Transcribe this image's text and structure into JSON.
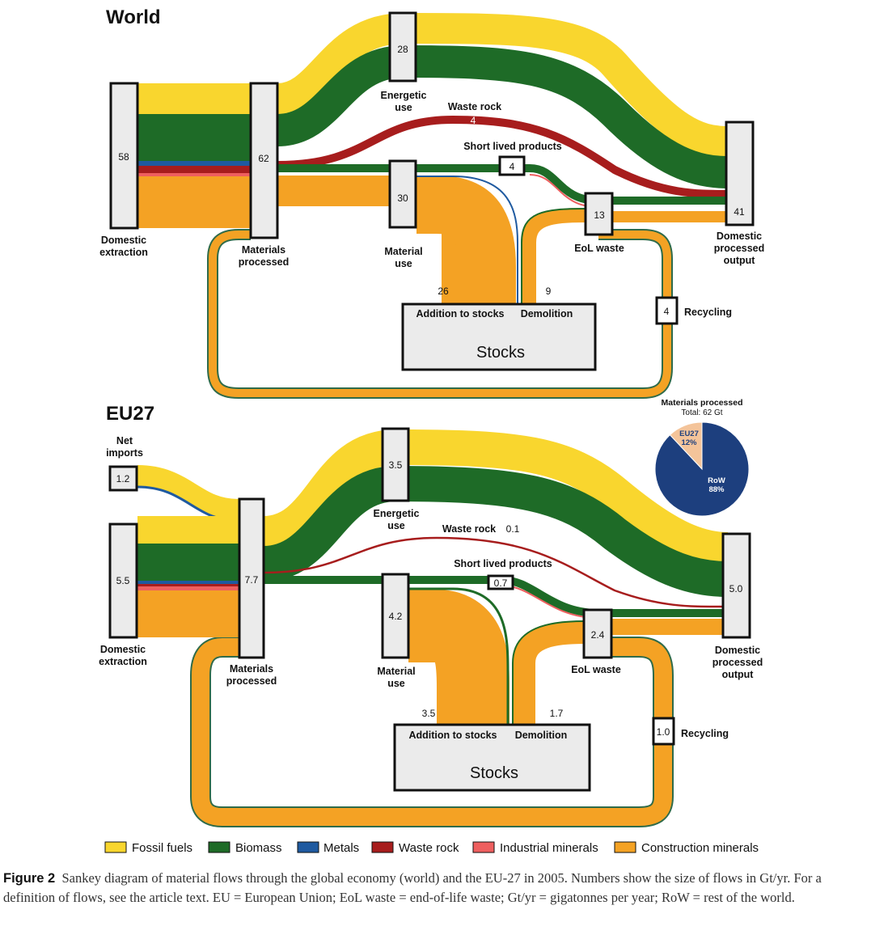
{
  "world": {
    "title": "World",
    "nodes": {
      "domestic_extraction": {
        "label": [
          "Domestic",
          "extraction"
        ],
        "value": "58"
      },
      "materials_processed": {
        "label": [
          "Materials",
          "processed"
        ],
        "value": "62"
      },
      "energetic_use": {
        "label": [
          "Energetic",
          "use"
        ],
        "value": "28"
      },
      "material_use": {
        "label": [
          "Material",
          "use"
        ],
        "value": "30"
      },
      "short_lived": {
        "label": "Short lived products",
        "value": "4"
      },
      "eol_waste": {
        "label": "EoL waste",
        "value": "13"
      },
      "dpo": {
        "label": [
          "Domestic",
          "processed",
          "output"
        ],
        "value": "41"
      },
      "recycling": {
        "label": "Recycling",
        "value": "4"
      },
      "stocks": {
        "label": "Stocks",
        "addition_label": "Addition to stocks",
        "demolition_label": "Demolition",
        "addition_value": "26",
        "demolition_value": "9"
      },
      "waste_rock": {
        "label": "Waste rock",
        "value": "4"
      }
    }
  },
  "eu27": {
    "title": "EU27",
    "nodes": {
      "net_imports": {
        "label": [
          "Net",
          "imports"
        ],
        "value": "1.2"
      },
      "domestic_extraction": {
        "label": [
          "Domestic",
          "extraction"
        ],
        "value": "5.5"
      },
      "materials_processed": {
        "label": [
          "Materials",
          "processed"
        ],
        "value": "7.7"
      },
      "energetic_use": {
        "label": [
          "Energetic",
          "use"
        ],
        "value": "3.5"
      },
      "material_use": {
        "label": [
          "Material",
          "use"
        ],
        "value": "4.2"
      },
      "short_lived": {
        "label": "Short lived products",
        "value": "0.7"
      },
      "eol_waste": {
        "label": "EoL waste",
        "value": "2.4"
      },
      "dpo": {
        "label": [
          "Domestic",
          "processed",
          "output"
        ],
        "value": "5.0"
      },
      "recycling": {
        "label": "Recycling",
        "value": "1.0"
      },
      "stocks": {
        "label": "Stocks",
        "addition_label": "Addition to stocks",
        "demolition_label": "Demolition",
        "addition_value": "3.5",
        "demolition_value": "1.7"
      },
      "waste_rock": {
        "label": "Waste rock",
        "value": "0.1"
      }
    }
  },
  "pie": {
    "title": "Materials processed",
    "subtitle": "Total: 62 Gt",
    "slices": [
      {
        "label": "EU27",
        "pct": 12,
        "pct_label": "12%",
        "color": "#f4c49a"
      },
      {
        "label": "RoW",
        "pct": 88,
        "pct_label": "88%",
        "color": "#1d3f7e"
      }
    ]
  },
  "legend": [
    {
      "label": "Fossil fuels",
      "color": "#f9d62e"
    },
    {
      "label": "Biomass",
      "color": "#1e6b27"
    },
    {
      "label": "Metals",
      "color": "#1f5aa0"
    },
    {
      "label": "Waste rock",
      "color": "#a71d1d"
    },
    {
      "label": "Industrial minerals",
      "color": "#ee5f5f"
    },
    {
      "label": "Construction minerals",
      "color": "#f4a224"
    }
  ],
  "caption": {
    "label": "Figure 2",
    "text": "Sankey diagram of material flows through the global economy (world) and the EU-27 in 2005. Numbers show the size of flows in Gt/yr. For a definition of flows, see the article text. EU = European Union; EoL waste = end-of-life waste; Gt/yr = gigatonnes per year; RoW = rest of the world."
  }
}
